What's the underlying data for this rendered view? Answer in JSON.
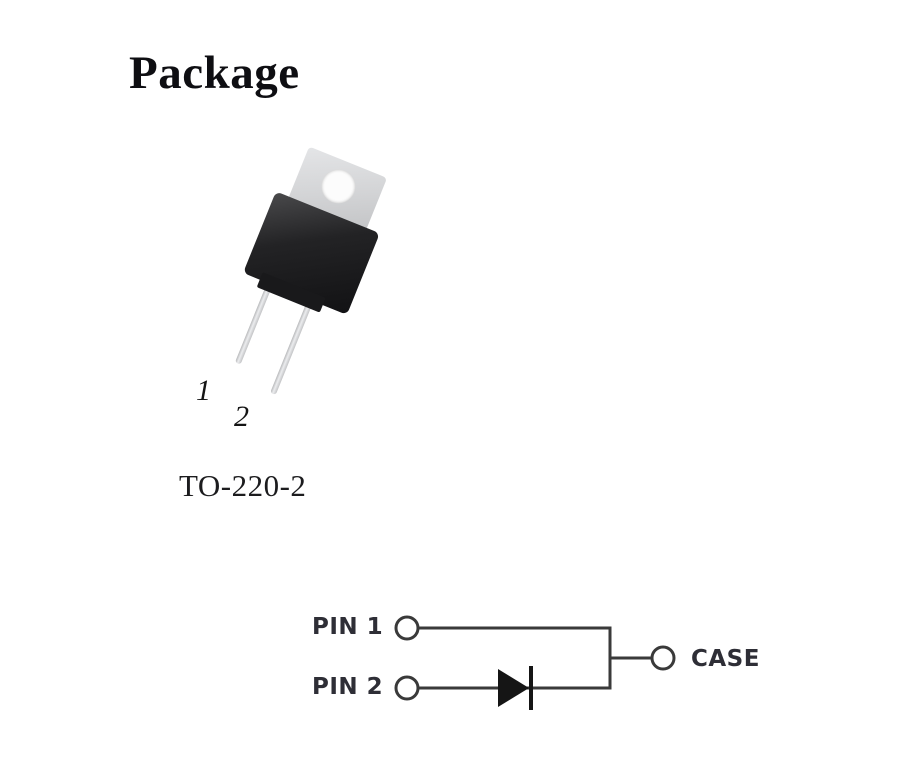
{
  "heading": {
    "title": "Package"
  },
  "package": {
    "type_label": "TO-220-2",
    "pin1_label": "1",
    "pin2_label": "2"
  },
  "schematic": {
    "pin1_label": "PIN 1",
    "pin2_label": "PIN 2",
    "case_label": "CASE"
  },
  "colors": {
    "wire": "#3a3a3a",
    "diode": "#151515",
    "tab": "#d6d7d9",
    "body": "#1e1e20",
    "lead": "#d2d3d5",
    "heading_text": "#0e0e12",
    "serif_text": "#1c1c1e",
    "schematic_text": "#2e2e36"
  }
}
